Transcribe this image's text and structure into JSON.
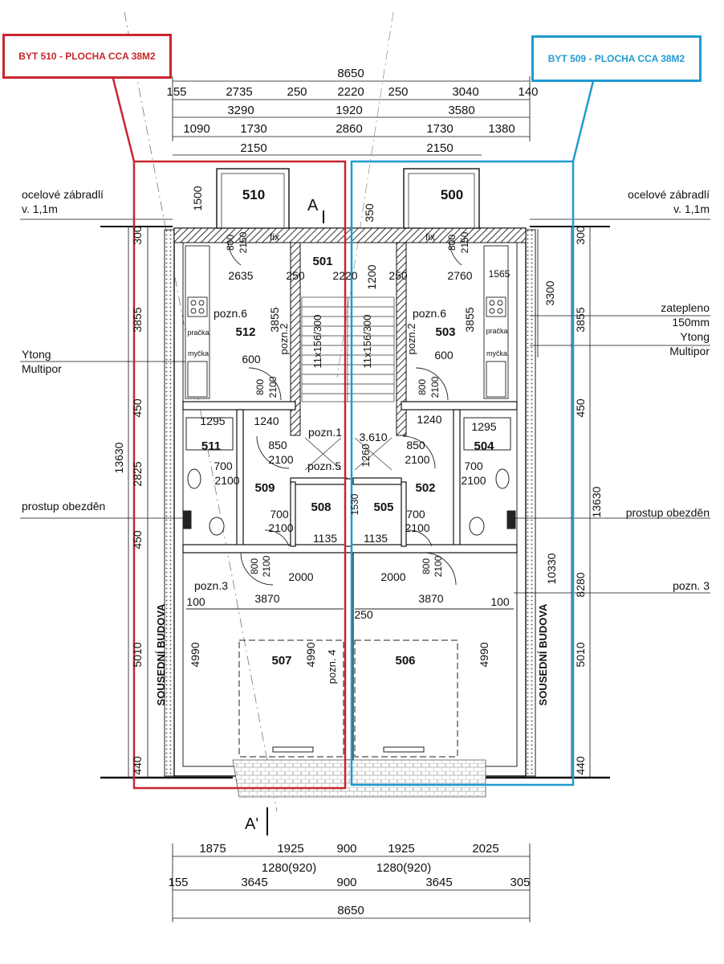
{
  "flats": {
    "left": {
      "title": "BYT 510 - PLOCHA CCA 38M2",
      "color": "#c8262f"
    },
    "right": {
      "title": "BYT 509 - PLOCHA CCA 38M2",
      "color": "#1f9bd1"
    }
  },
  "rooms": {
    "r510": "510",
    "r500": "500",
    "r501": "501",
    "r512": "512",
    "r503": "503",
    "r511": "511",
    "r504": "504",
    "r509": "509",
    "r502": "502",
    "r508": "508",
    "r505": "505",
    "r507": "507",
    "r506": "506"
  },
  "section_marks": {
    "top": "A",
    "bottom": "A'"
  },
  "side_notes": {
    "railing_left": [
      "ocelové zábradlí",
      "v. 1,1m"
    ],
    "railing_right": [
      "ocelové zábradlí",
      "v. 1,1m"
    ],
    "ytong_left": [
      "Ytong",
      "Multipor"
    ],
    "insulation_right": [
      "zatepleno",
      "150mm",
      "Ytong",
      "Multipor"
    ],
    "passage_left": "prostup obezděn",
    "passage_right": "prostup obezděn",
    "note3_right": "pozn. 3",
    "neighbor": "SOUSEDNÍ BUDOVA"
  },
  "dims_top": {
    "total": "8650",
    "row1": [
      "155",
      "2735",
      "250",
      "2220",
      "250",
      "3040",
      "140"
    ],
    "row2": [
      "3290",
      "1920",
      "3580"
    ],
    "row3": [
      "1090",
      "1730",
      "2860",
      "1730",
      "1380"
    ],
    "row4": [
      "2150",
      "2150"
    ]
  },
  "dims_bottom": {
    "row1": [
      "1875",
      "1925",
      "900",
      "1925",
      "2025"
    ],
    "row1b": [
      "1280(920)",
      "1280(920)"
    ],
    "row2": [
      "155",
      "3645",
      "900",
      "3645",
      "305"
    ],
    "total": "8650"
  },
  "dims_left": {
    "segments": [
      "300",
      "3855",
      "450",
      "2825",
      "450",
      "5010",
      "440"
    ],
    "total": "13630"
  },
  "dims_right": {
    "segments": [
      "300",
      "3855",
      "450",
      "5010",
      "440"
    ],
    "inner_top": "3300",
    "inner_bottom": "10330",
    "mid": "8280",
    "total": "13630"
  },
  "interior": {
    "fix_left": "fix",
    "fix_right": "fix",
    "d1500": "1500",
    "d350": "350",
    "d800a": "800",
    "d2150a": "2150",
    "d800b": "800",
    "d2150b": "2150",
    "d2635": "2635",
    "d250a": "250",
    "d2220": "2220",
    "d250b": "250",
    "d2760": "2760",
    "d1565": "1565",
    "d1200": "1200",
    "pozn6a": "pozn.6",
    "pozn6b": "pozn.6",
    "d3855a": "3855",
    "d3855b": "3855",
    "pozn2a": "pozn.2",
    "pozn2b": "pozn.2",
    "stair_l": "11x156/300",
    "stair_r": "11x156/300",
    "d600a": "600",
    "d600b": "600",
    "d800c": "800",
    "d2100c": "2100",
    "d800d": "800",
    "d2100d": "2100",
    "d1295a": "1295",
    "d1240a": "1240",
    "d1240b": "1240",
    "d1295b": "1295",
    "pozn1": "pozn.1",
    "d3610": "3.610",
    "d1260": "1260",
    "d850a": "850",
    "d2100e": "2100",
    "d850b": "850",
    "d2100f": "2100",
    "pozn5": "pozn.5",
    "d700a": "700",
    "d2100g": "2100",
    "d700b": "700",
    "d2100h": "2100",
    "d700c": "700",
    "d2100i": "2100",
    "d700d": "700",
    "d2100j": "2100",
    "d1135a": "1135",
    "d1135b": "1135",
    "d1530": "1530",
    "d800e": "800",
    "d2100k": "2100",
    "d800f": "800",
    "d2100l": "2100",
    "d2000a": "2000",
    "d2000b": "2000",
    "pozn3a": "pozn.3",
    "d100a": "100",
    "d3870a": "3870",
    "d3870b": "3870",
    "d100b": "100",
    "d250c": "250",
    "d4990a": "4990",
    "d4990b": "4990",
    "d4990c": "4990",
    "pozn4": "pozn. 4",
    "pracka_a": "pračka",
    "mycka_a": "myčka",
    "pracka_b": "pračka",
    "mycka_b": "myčka"
  }
}
